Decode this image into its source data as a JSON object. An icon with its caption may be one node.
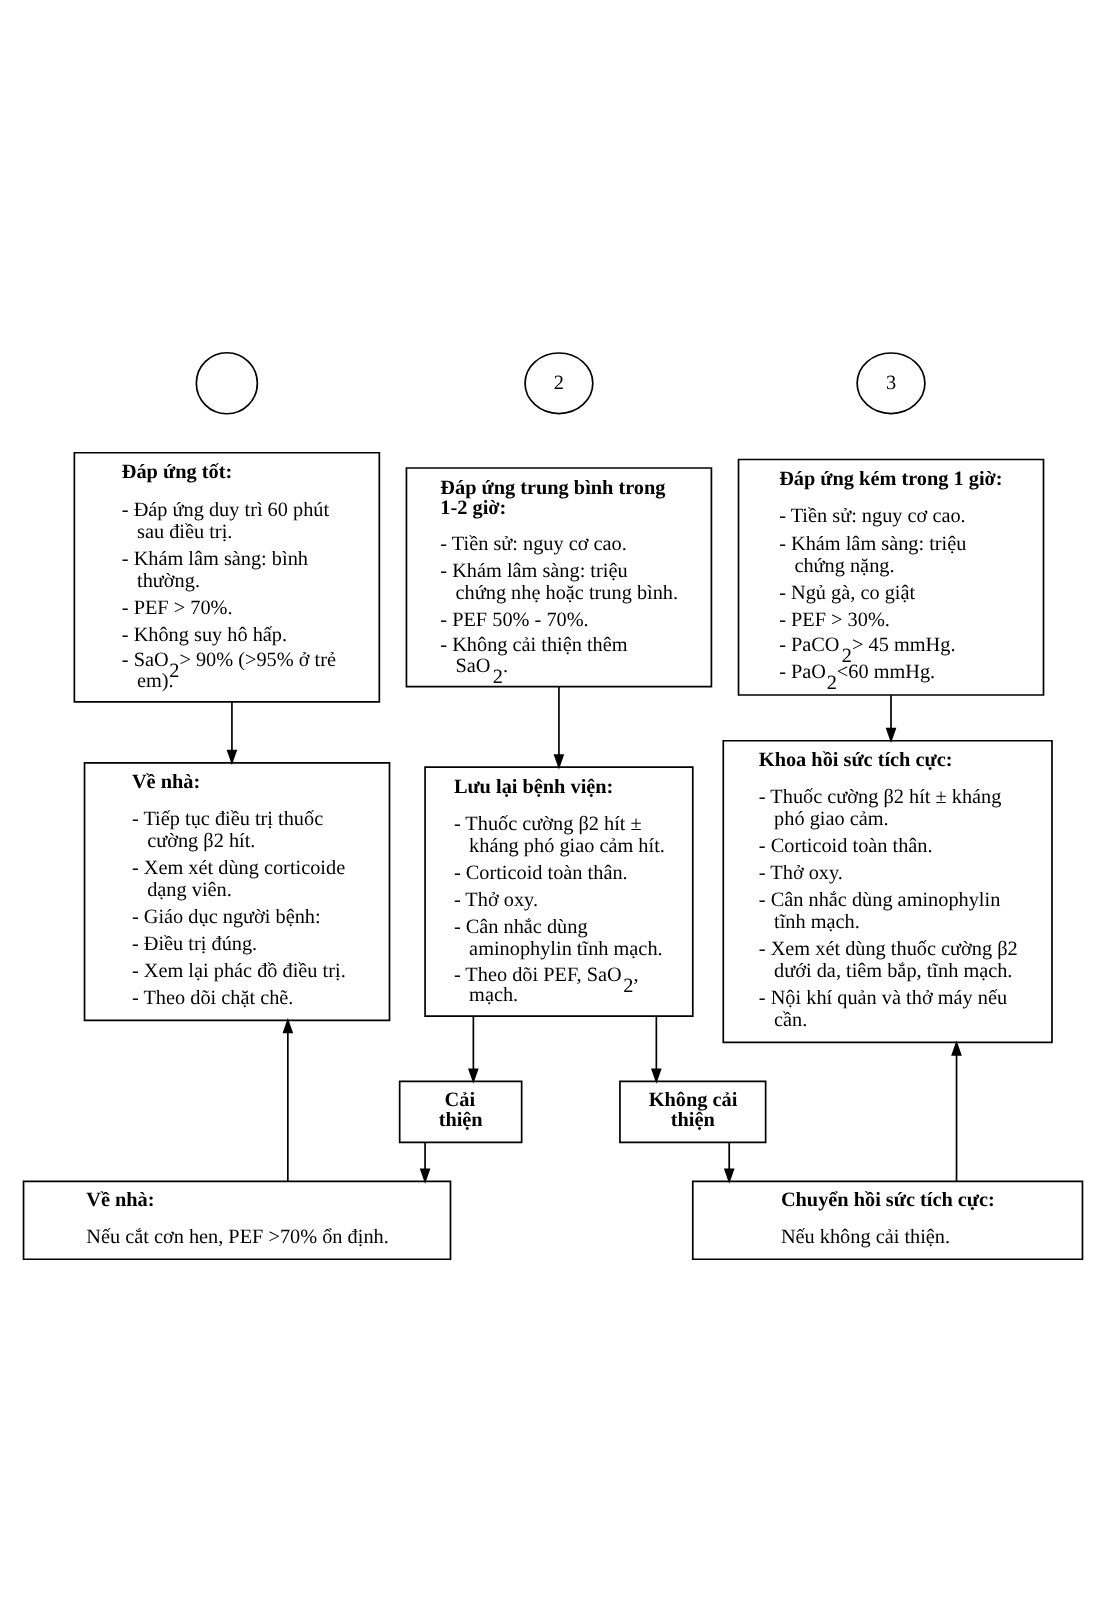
{
  "diagram": {
    "nodes": [
      {
        "text": [],
        "shape": "circle"
      },
      {
        "text": [
          "2"
        ]
      },
      {
        "text": [
          "3"
        ]
      },
      {
        "text": [
          "Đáp ứng tốt:",
          "- Đáp ứng duy trì 60 phút sau điều trị.",
          "- Khám lâm sàng: bình thường.",
          "- PEF > 70%.",
          "- Không suy hô hấp.",
          "- SaO$_{2}$> 90% (>95% ở trẻ em)."
        ]
      },
      {
        "text": [
          "Đáp ứng trung bình trong 1-2 giờ:",
          "- Tiền sử: nguy cơ cao.",
          "- Khám lâm sàng: triệu chứng nhẹ hoặc trung bình.",
          "- PEF 50% - 70%.",
          "- Không cải thiện thêm SaO$_{2}$."
        ]
      },
      {
        "text": [
          "Đáp ứng kém trong 1 giờ:",
          "- Tiền sử: nguy cơ cao.",
          "- Khám lâm sàng: triệu chứng nặng.",
          "- Ngủ gà, co giật",
          "- PEF > 30%.",
          "- PaCO$_{2}$> 45 mmHg.",
          "- PaO$_{2}$<60 mmHg."
        ]
      },
      {
        "text": [
          "Về nhà:",
          "- Tiếp tục điều trị thuốc cường β2 hít.",
          "- Xem xét dùng corticoide dạng viên.",
          "- Giáo dục người bệnh:",
          "- Điều trị đúng.",
          "- Xem lại phác đồ điều trị.",
          "- Theo dõi chặt chẽ."
        ]
      },
      {
        "text": [
          "Lưu lại bệnh viện:",
          "- Thuốc cường β2 hít ± kháng phó giao cảm hít.",
          "- Corticoid toàn thân.",
          "- Thở oxy.",
          "- Cân nhắc dùng aminophylin tĩnh mạch.",
          "- Theo dõi PEF, SaO$_{2}$, mạch."
        ]
      },
      {
        "text": [
          "Khoa hồi sức tích cực:",
          "- Thuốc cường β2 hít ± kháng phó giao cảm.",
          "- Corticoid toàn thân.",
          "- Thở oxy.",
          "- Cân nhắc dùng aminophylin tĩnh mạch.",
          "- Xem xét dùng thuốc cường β2 dưới da, tiêm bắp, tĩnh mạch.",
          "- Nội khí quản và thở máy nếu cần."
        ]
      },
      {
        "text": [
          "Cải thiện"
        ]
      },
      {
        "text": [
          "Không cải thiện"
        ]
      },
      {
        "text": [
          "Về nhà:",
          "Nếu cắt cơn hen, PEF >70% ổn định."
        ]
      },
      {
        "text": [
          "Chuyển hồi sức tích cực:",
          "Nếu không cải thiện."
        ]
      }
    ],
    "edges": [
      {
        "from": 3,
        "to": 6,
        "arrow": "to"
      },
      {
        "from": 4,
        "to": 7,
        "arrow": "to"
      },
      {
        "from": 5,
        "to": 8,
        "arrow": "to"
      },
      {
        "from": 7,
        "to": 9,
        "arrow": "to"
      },
      {
        "from": 7,
        "to": 10,
        "arrow": "to"
      },
      {
        "from": 9,
        "to": 11,
        "arrow": "to"
      },
      {
        "from": 10,
        "to": 12,
        "arrow": "to"
      },
      {
        "from": 11,
        "to": 6,
        "arrow": "to"
      },
      {
        "from": 12,
        "to": 8,
        "arrow": "to"
      }
    ]
  }
}
